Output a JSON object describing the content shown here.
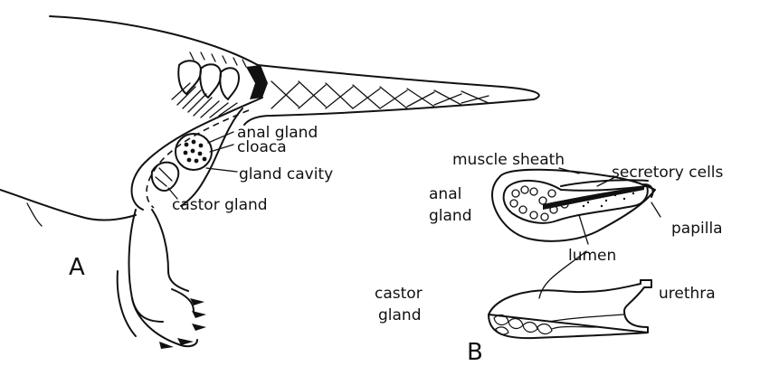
{
  "panel_a": {
    "letter": "A",
    "labels": {
      "anal_gland": "anal gland",
      "cloaca": "cloaca",
      "gland_cavity": "gland cavity",
      "castor_gland": "castor gland"
    }
  },
  "panel_b": {
    "letter": "B",
    "labels": {
      "muscle_sheath": "muscle sheath",
      "secretory_cells": "secretory cells",
      "anal_gland_line1": "anal",
      "anal_gland_line2": "gland",
      "papilla": "papilla",
      "lumen": "lumen",
      "castor_gland_line1": "castor",
      "castor_gland_line2": "gland",
      "urethra": "urethra"
    }
  }
}
